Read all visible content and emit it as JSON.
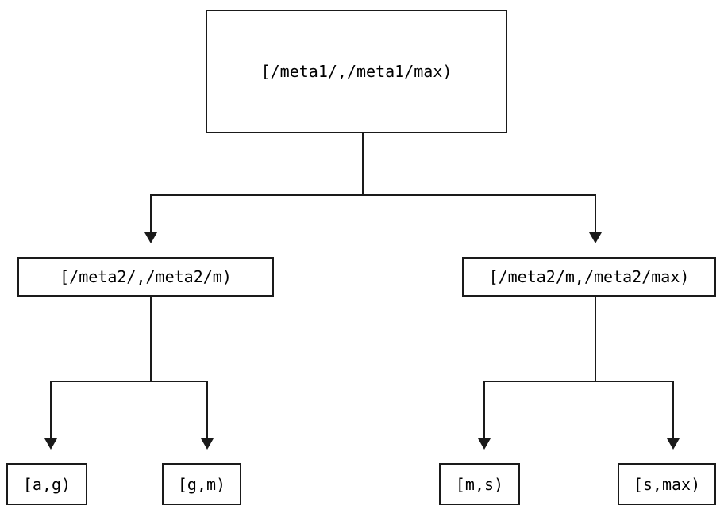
{
  "diagram": {
    "type": "binary-interval-partition-tree",
    "colors": {
      "line": "#1a1a1a",
      "background": "#ffffff",
      "text": "#000000"
    },
    "nodes": {
      "root": {
        "label": "[/meta1/,/meta1/max)"
      },
      "left": {
        "label": "[/meta2/,/meta2/m)"
      },
      "right": {
        "label": "[/meta2/m,/meta2/max)"
      },
      "left_left": {
        "label": "[a,g)"
      },
      "left_right": {
        "label": "[g,m)"
      },
      "right_left": {
        "label": "[m,s)"
      },
      "right_right": {
        "label": "[s,max)"
      }
    },
    "edges": [
      {
        "from": "root",
        "to": "left"
      },
      {
        "from": "root",
        "to": "right"
      },
      {
        "from": "left",
        "to": "left_left"
      },
      {
        "from": "left",
        "to": "left_right"
      },
      {
        "from": "right",
        "to": "right_left"
      },
      {
        "from": "right",
        "to": "right_right"
      }
    ]
  }
}
